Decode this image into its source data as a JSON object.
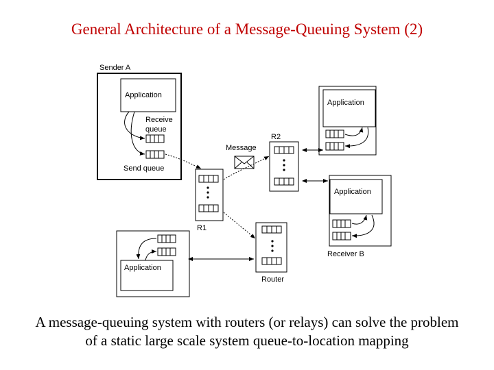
{
  "title": "General Architecture of a Message-Queuing System (2)",
  "caption": {
    "line1": "A message-queuing system with routers (or relays) can solve the problem",
    "line2": "of a static large scale system queue-to-location mapping"
  },
  "diagram": {
    "sender_a": "Sender A",
    "application": "Application",
    "receive_queue_1": "Receive",
    "receive_queue_2": "queue",
    "send_queue": "Send queue",
    "message": "Message",
    "r1": "R1",
    "r2": "R2",
    "router": "Router",
    "receiver_b": "Receiver B"
  }
}
